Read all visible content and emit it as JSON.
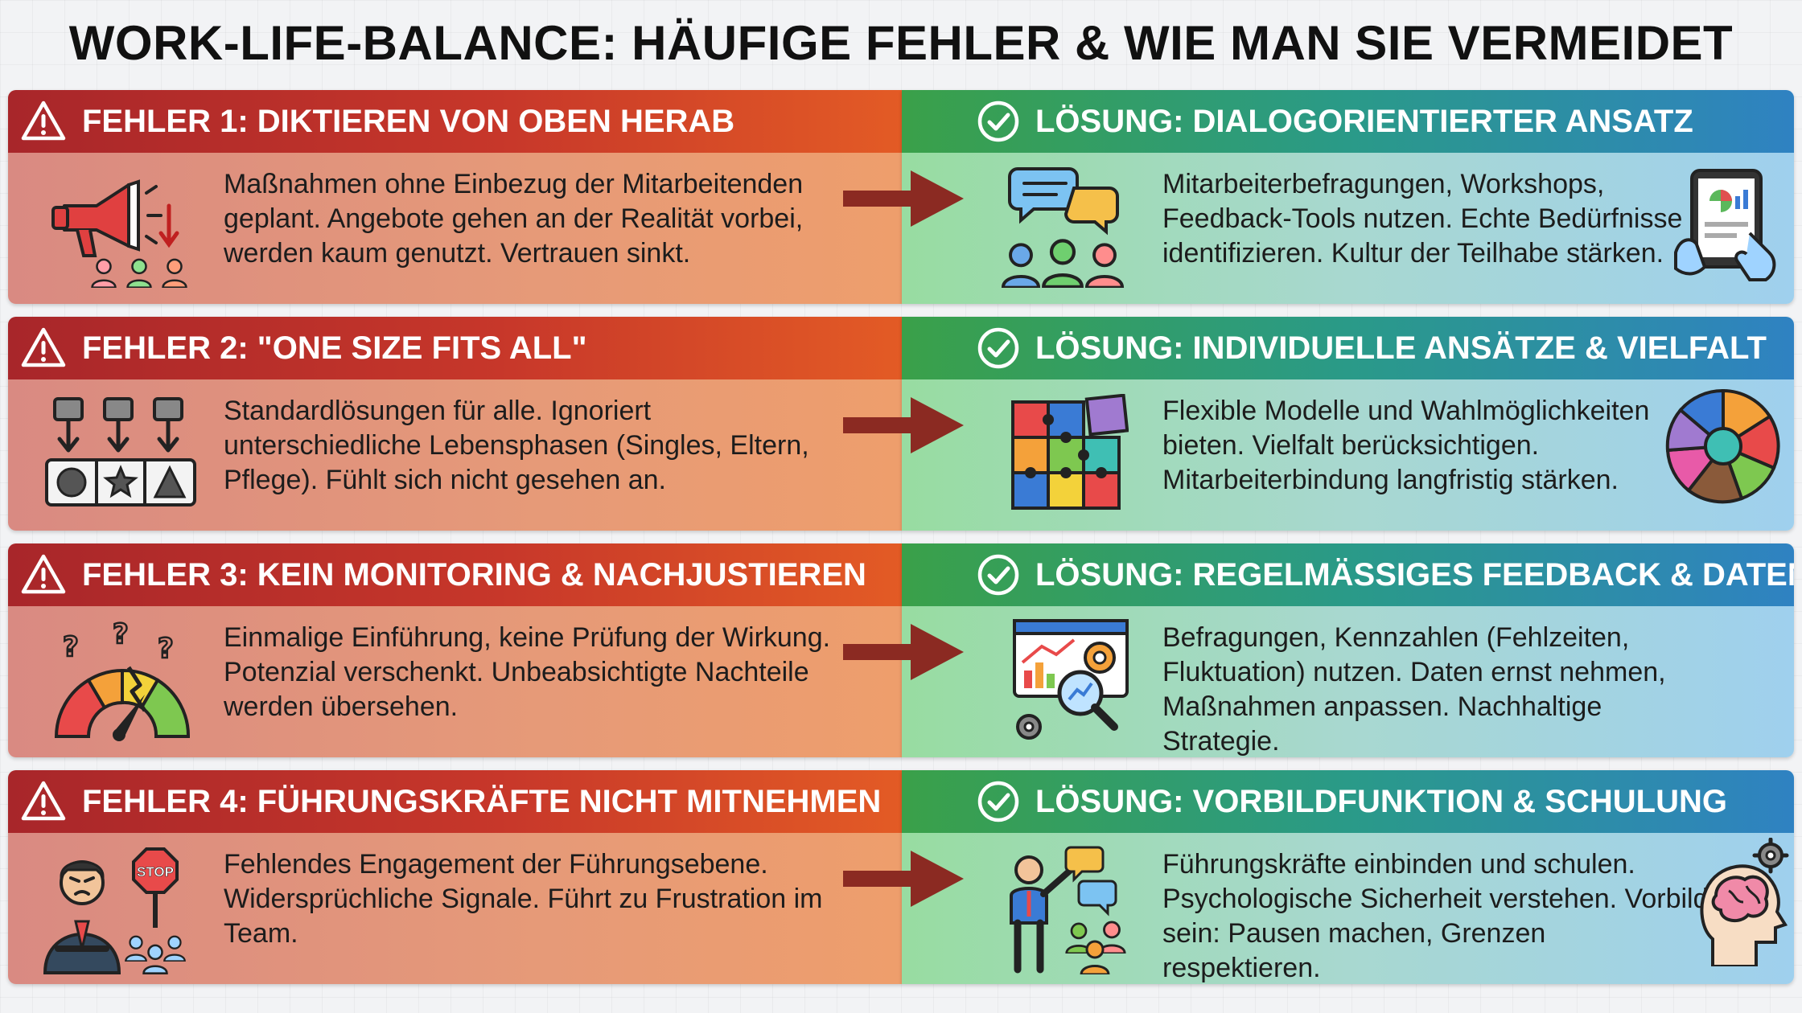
{
  "title": "WORK-LIFE-BALANCE: HÄUFIGE FEHLER & WIE MAN SIE VERMEIDET",
  "colors": {
    "mistake_header": "#b3282a",
    "solution_header": "#2f9a6e",
    "arrow": "#8b2a22"
  },
  "rows": [
    {
      "mistake": {
        "title": "FEHLER 1: DIKTIEREN VON OBEN HERAB",
        "text": "Maßnahmen ohne Einbezug der Mitarbeitenden geplant. Angebote gehen an der Realität vorbei, werden kaum genutzt. Vertrauen sinkt.",
        "icon": "megaphone-icon"
      },
      "solution": {
        "title": "LÖSUNG: DIALOGORIENTIERTER ANSATZ",
        "text": "Mitarbeiterbefragungen, Workshops, Feedback-Tools nutzen. Echte Bedürfnisse identifizieren. Kultur der Teilhabe stärken.",
        "icon": "dialogue-team-icon",
        "side_icon": "tablet-survey-icon"
      }
    },
    {
      "mistake": {
        "title": "FEHLER 2: \"ONE SIZE FITS ALL\"",
        "text": "Standardlösungen für alle. Ignoriert unterschiedliche Lebensphasen (Singles, Eltern, Pflege). Fühlt sich nicht gesehen an.",
        "icon": "one-size-shapes-icon"
      },
      "solution": {
        "title": "LÖSUNG: INDIVIDUELLE ANSÄTZE & VIELFALT",
        "text": "Flexible Modelle und Wahlmöglichkeiten bieten. Vielfalt berücksichtigen. Mitarbeiterbindung langfristig stärken.",
        "icon": "puzzle-icon",
        "side_icon": "puzzle-circle-icon"
      }
    },
    {
      "mistake": {
        "title": "FEHLER 3: KEIN MONITORING & NACHJUSTIEREN",
        "text": "Einmalige Einführung, keine Prüfung der Wirkung. Potenzial verschenkt. Unbeabsichtigte Nachteile werden übersehen.",
        "icon": "broken-gauge-icon"
      },
      "solution": {
        "title": "LÖSUNG: REGELMÄSSIGES FEEDBACK & DATEN",
        "text": "Befragungen, Kennzahlen (Fehlzeiten, Fluktuation) nutzen. Daten ernst nehmen, Maßnahmen anpassen. Nachhaltige Strategie.",
        "icon": "analytics-dashboard-icon"
      }
    },
    {
      "mistake": {
        "title": "FEHLER 4: FÜHRUNGSKRÄFTE NICHT MITNEHMEN",
        "text": "Fehlendes Engagement der Führungsebene. Widersprüchliche Signale. Führt zu Frustration im Team.",
        "icon": "angry-manager-stop-icon",
        "stop_sign": "STOP"
      },
      "solution": {
        "title": "LÖSUNG: VORBILDFUNKTION & SCHULUNG",
        "text": "Führungskräfte einbinden und schulen. Psychologische Sicherheit verstehen. Vorbild sein: Pausen machen, Grenzen respektieren.",
        "icon": "leader-presenting-icon",
        "side_icon": "brain-gear-icon"
      }
    }
  ]
}
